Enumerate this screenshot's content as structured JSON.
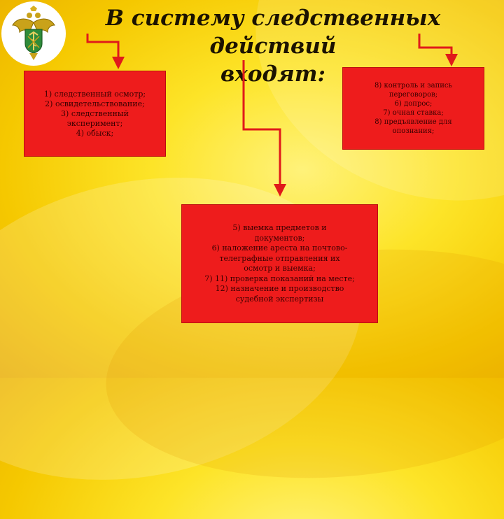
{
  "slide": {
    "title_line1": "В систему следственных действий",
    "title_line2": "входят:"
  },
  "boxes": {
    "left": [
      "1) следственный осмотр;",
      "2) освидетельствование;",
      "3) следственный",
      "эксперимент;",
      "4) обыск;"
    ],
    "right": [
      "8) контроль и запись",
      "переговоров;",
      "6) допрос;",
      "7) очная ставка;",
      "8) предъявление для",
      "опознания;"
    ],
    "center": [
      "5) выемка предметов и",
      "документов;",
      "6) наложение ареста на почтово-",
      "телеграфные отправления их",
      "осмотр и выемка;",
      "7) 11) проверка показаний на месте;",
      "12) назначение и производство",
      "судебной экспертизы"
    ]
  },
  "colors": {
    "box_fill": "#ee1c1c",
    "arrow": "#e01a1a",
    "background": "#fde428"
  },
  "icons": {
    "emblem": "customs-emblem-icon"
  }
}
